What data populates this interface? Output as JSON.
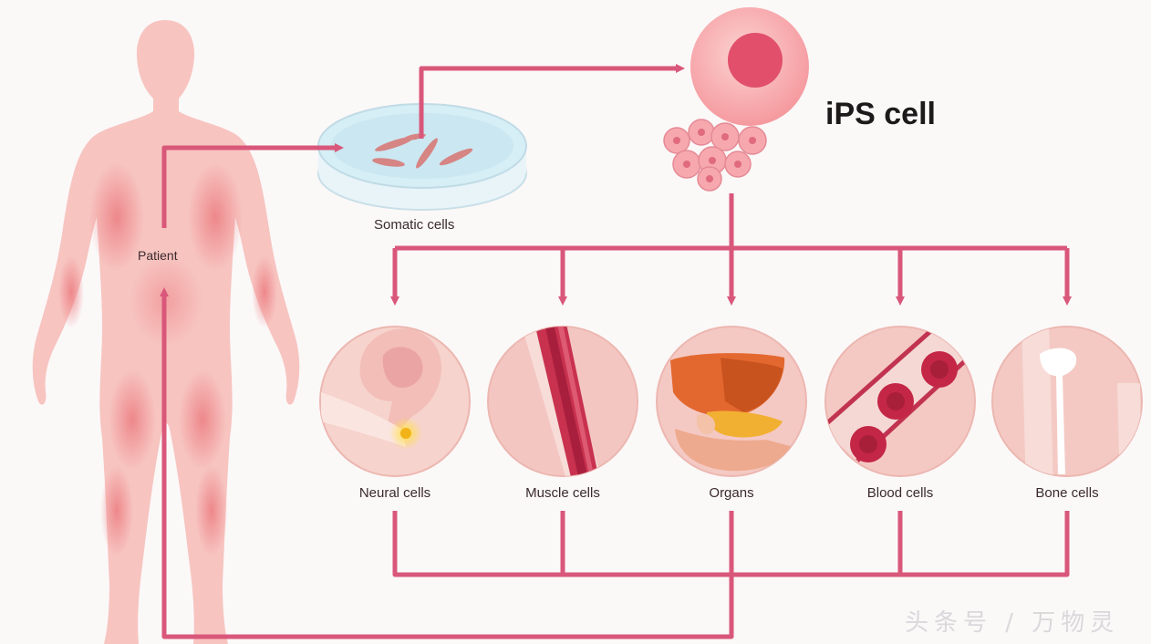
{
  "title": "iPS cell",
  "patient_label": "Patient",
  "somatic_label": "Somatic cells",
  "cell_types": [
    {
      "id": "neural",
      "label": "Neural cells"
    },
    {
      "id": "muscle",
      "label": "Muscle cells"
    },
    {
      "id": "organs",
      "label": "Organs"
    },
    {
      "id": "blood",
      "label": "Blood cells"
    },
    {
      "id": "bone",
      "label": "Bone cells"
    }
  ],
  "watermark": "头条号 / 万物灵",
  "colors": {
    "arrow": "#d9577a",
    "body": "#f7c4c0",
    "body_highlight": "#ee8f8f",
    "ips_cell": "#f59a9f",
    "ips_nucleus": "#e14f6a",
    "dish": "#d6eef5",
    "circle_bg": "#f6c9c4"
  }
}
